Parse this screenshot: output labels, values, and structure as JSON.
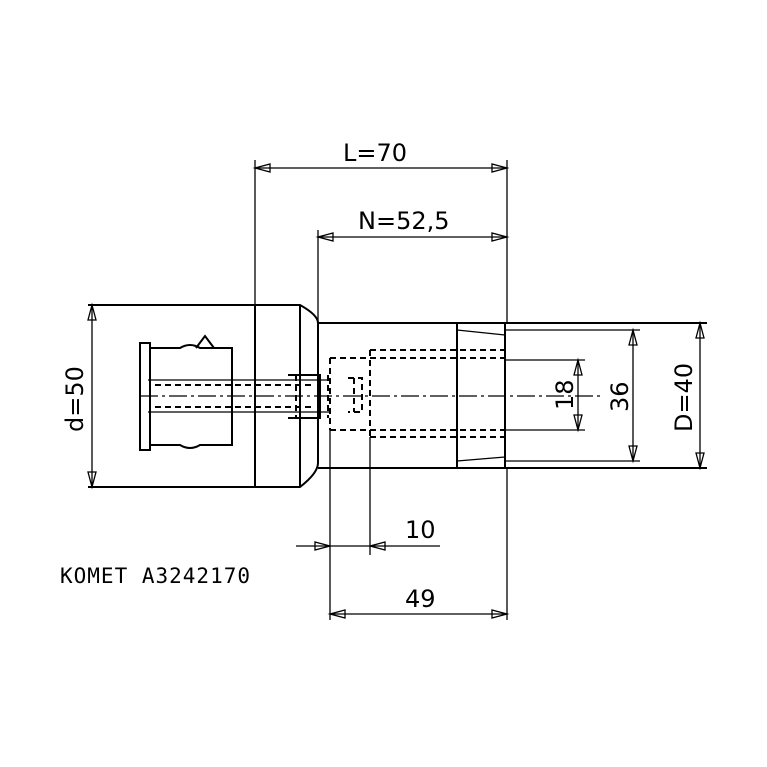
{
  "drawing": {
    "dimensions": {
      "L": "L=70",
      "N": "N=52,5",
      "d": "d=50",
      "D": "D=40",
      "bore": "36",
      "thread": "18",
      "pilot": "10",
      "depth": "49"
    },
    "caption": "KOMET A3242170",
    "line_color": "#000000",
    "background": "#ffffff"
  }
}
